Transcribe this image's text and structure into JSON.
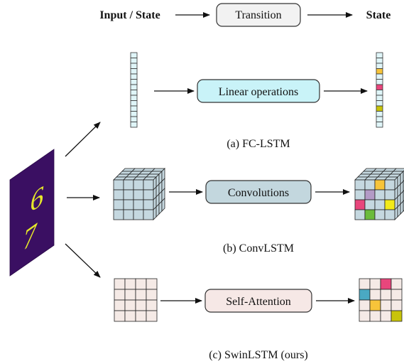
{
  "legend": {
    "input_label": "Input / State",
    "transition_label": "Transition",
    "output_label": "State"
  },
  "input_image": {
    "digits": [
      "6",
      "7"
    ]
  },
  "fc_lstm": {
    "operation": "Linear operations",
    "caption": "(a) FC-LSTM"
  },
  "conv_lstm": {
    "operation": "Convolutions",
    "caption": "(b) ConvLSTM"
  },
  "swin_lstm": {
    "operation": "Self-Attention",
    "caption": "(c) SwinLSTM (ours)"
  },
  "colors": {
    "vector_cell": "#dff5f8",
    "linear_box": "#c9f3f8",
    "conv_box": "#c3d7de",
    "attention_box": "#f6e8e6",
    "grid_cell": "#f5eae6",
    "cube_face": "#c5d8e0",
    "mnist_bg": "#3a0f62",
    "digit": "#e6e82a",
    "highlight_orange": "#f7c43a",
    "highlight_pink": "#e8467c",
    "highlight_yellowgreen": "#c8c40a",
    "highlight_teal": "#4aa9c3",
    "highlight_purple": "#b39ac6",
    "highlight_green": "#6bbb3c",
    "highlight_yellow": "#f2ea1a"
  }
}
